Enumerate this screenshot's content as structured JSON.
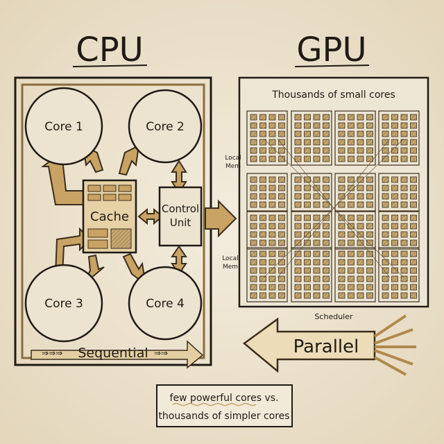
{
  "cpu": {
    "title": "CPU",
    "cores": [
      "Core 1",
      "Core 2",
      "Core 3",
      "Core 4"
    ],
    "cache_label": "Cache",
    "control_unit_label": [
      "Control",
      "Unit"
    ],
    "mode_label": "Sequential"
  },
  "gpu": {
    "title": "GPU",
    "cores_caption": "Thousands of small cores",
    "local_mem_label": [
      "Local",
      "Mem"
    ],
    "scheduler_label": "Scheduler",
    "mode_label": "Parallel"
  },
  "caption": {
    "line1": "few powerful cores vs.",
    "line2": "thousands of simpler cores"
  },
  "colors": {
    "paper": "#efe7d6",
    "ink": "#1f1a14",
    "accent": "#c9a364",
    "core_fill": "#b89a68"
  }
}
